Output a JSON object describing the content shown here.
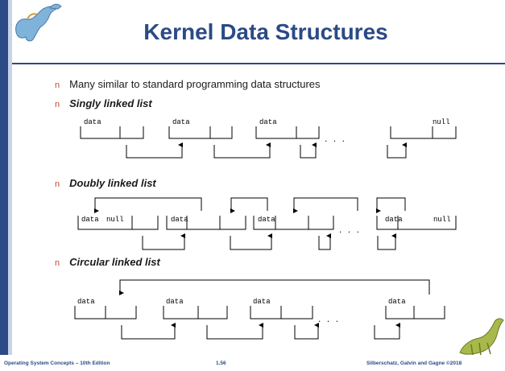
{
  "title": "Kernel Data Structures",
  "bullets": [
    {
      "text": "Many similar to standard programming data structures",
      "italic": false
    },
    {
      "text": "Singly linked list",
      "italic": true
    },
    {
      "text": "Doubly linked list",
      "italic": true
    },
    {
      "text": "Circular linked list",
      "italic": true
    }
  ],
  "bullet_marker": "n",
  "singly": {
    "nodes": [
      "data",
      "data",
      "data",
      "null"
    ],
    "ellipsis": ".  .  ."
  },
  "doubly": {
    "first": [
      "data",
      "null"
    ],
    "middle": [
      "data",
      "data"
    ],
    "last": [
      "data",
      "null"
    ],
    "ellipsis": ".  .  ."
  },
  "circular": {
    "nodes": [
      "data",
      "data",
      "data",
      "data"
    ],
    "ellipsis": ".  .  ."
  },
  "footer": {
    "left": "Operating System Concepts – 10th Edition",
    "middle": "1.56",
    "right": "Silberschatz, Galvin and Gagne ©2018"
  },
  "colors": {
    "primary": "#2b4a86",
    "bullet": "#c8462c"
  }
}
